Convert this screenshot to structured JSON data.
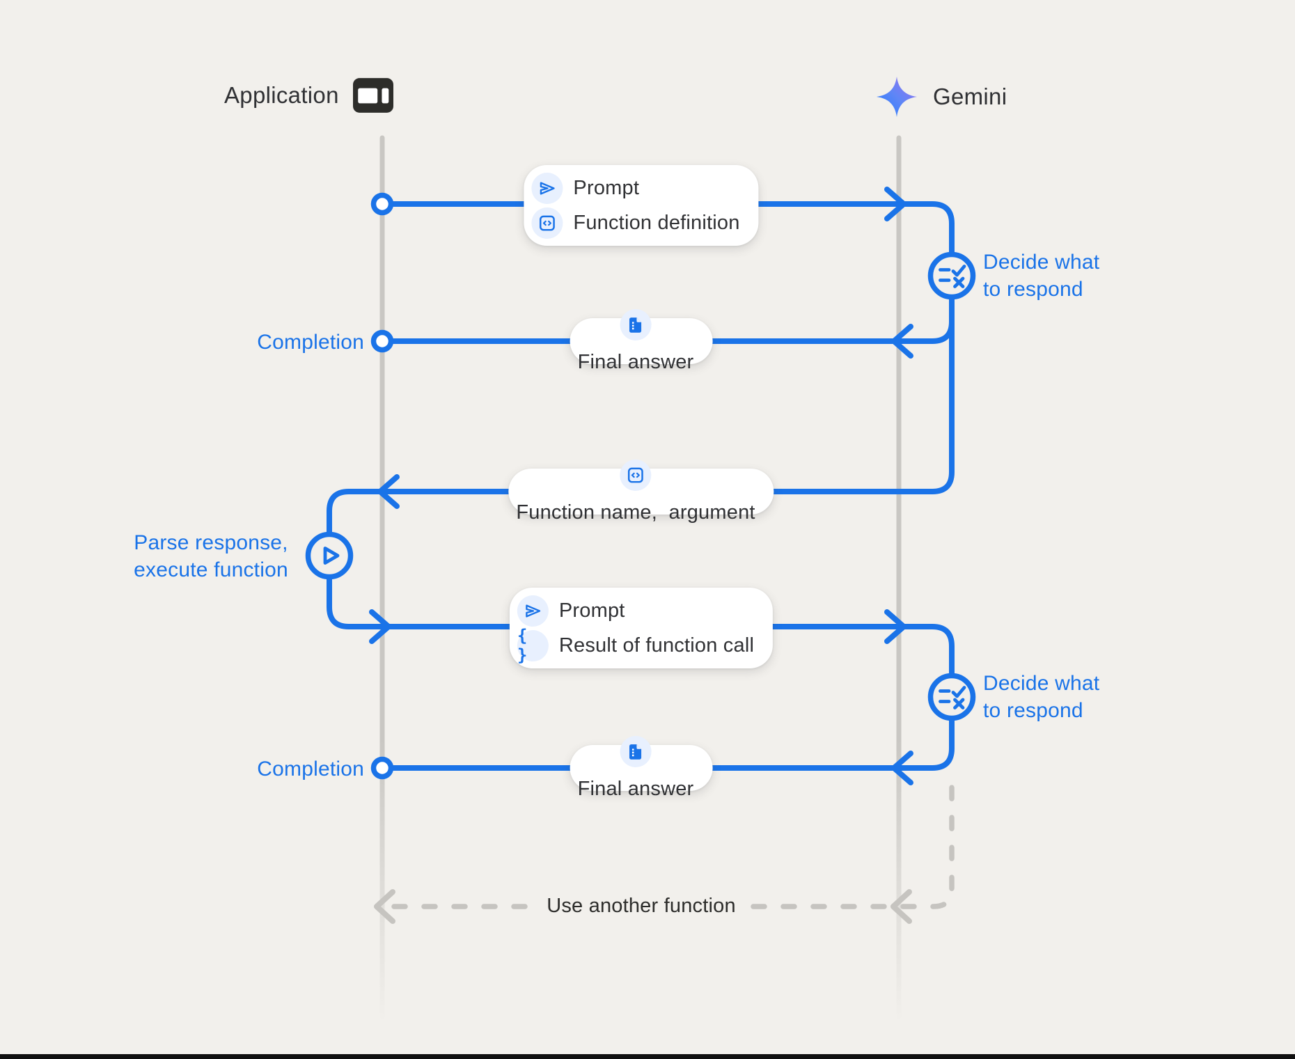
{
  "header": {
    "application": {
      "label": "Application"
    },
    "gemini": {
      "label": "Gemini"
    }
  },
  "messages": {
    "prompt_function_definition": {
      "rows": [
        {
          "icon": "send-icon",
          "label": "Prompt"
        },
        {
          "icon": "code-brackets-icon",
          "label": "Function definition"
        }
      ]
    },
    "final_answer_first": {
      "icon": "document-icon",
      "label": "Final answer"
    },
    "function_name_argument": {
      "icon": "code-brackets-icon",
      "label": "Function name,  argument"
    },
    "prompt_function_result": {
      "rows": [
        {
          "icon": "send-icon",
          "label": "Prompt"
        },
        {
          "icon": "curly-braces-icon",
          "label": "Result of function call"
        }
      ]
    },
    "final_answer_second": {
      "icon": "document-icon",
      "label": "Final answer"
    }
  },
  "annotations": {
    "completion_first": "Completion",
    "completion_second": "Completion",
    "decide_first": {
      "line1": "Decide what",
      "line2": "to respond"
    },
    "decide_second": {
      "line1": "Decide what",
      "line2": "to respond"
    },
    "parse_execute": {
      "line1": "Parse response,",
      "line2": "execute function"
    },
    "use_another_function": "Use another function"
  },
  "icons": {
    "curly_braces_glyph": "{ }"
  },
  "colors": {
    "accent_blue": "#1a73e8",
    "lifeline_gray": "#c9c7c3",
    "background": "#f2f0ec",
    "box_text": "#303134",
    "icon_chip_bg": "#e8f0fe",
    "star_gradient_start": "#217bfe",
    "star_gradient_end": "#9e6ef0"
  }
}
